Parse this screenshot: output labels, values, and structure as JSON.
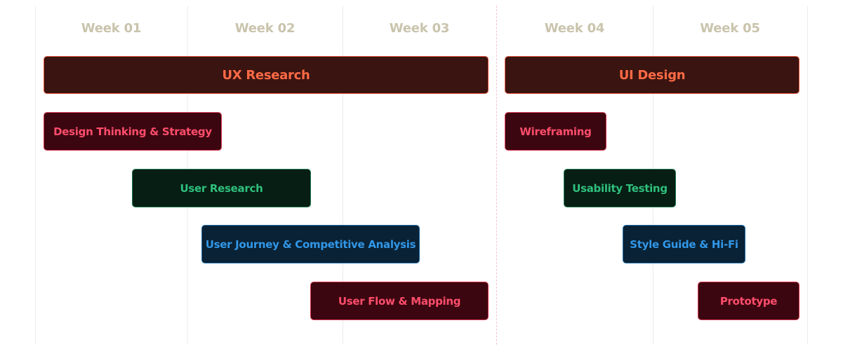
{
  "weeks": [
    "Week 01",
    "Week 02",
    "Week 03",
    "Week 04",
    "Week 05"
  ],
  "phases": {
    "ux_research": "UX Research",
    "ui_design": "UI Design"
  },
  "tasks": {
    "design_thinking": "Design Thinking & Strategy",
    "user_research": "User Research",
    "user_journey": "User Journey & Competitive Analysis",
    "user_flow": "User Flow & Mapping",
    "wireframing": "Wireframing",
    "usability_testing": "Usability Testing",
    "style_guide": "Style Guide & Hi-Fi",
    "prototype": "Prototype"
  },
  "colors": {
    "phase_text": "#ff6a45",
    "phase_bg": "#3a1410",
    "red_text": "#ff4d6b",
    "red_bg": "#3c0610",
    "green_text": "#2fbf7c",
    "green_bg": "#061e14",
    "blue_text": "#3197e8",
    "blue_bg": "#0a2235",
    "week_label": "#c9c4ac"
  }
}
